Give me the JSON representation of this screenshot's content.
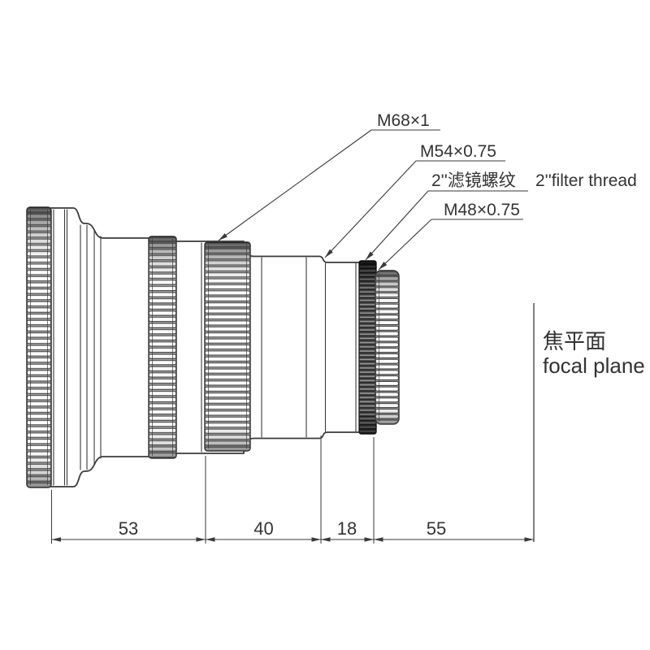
{
  "diagram_title": "lens adapter side-view technical drawing",
  "labels": {
    "m68": "M68×1",
    "m54": "M54×0.75",
    "filter_cn": "2''滤镜螺纹",
    "filter_en": "2''filter thread",
    "m48": "M48×0.75"
  },
  "focal_plane": {
    "cn": "焦平面",
    "en": "focal plane"
  },
  "dims": {
    "segments": [
      "53",
      "40",
      "18",
      "55"
    ]
  },
  "colors": {
    "line": "#3a3a3a",
    "text": "#333333",
    "background": "#ffffff",
    "dark_ring": "#474747"
  }
}
